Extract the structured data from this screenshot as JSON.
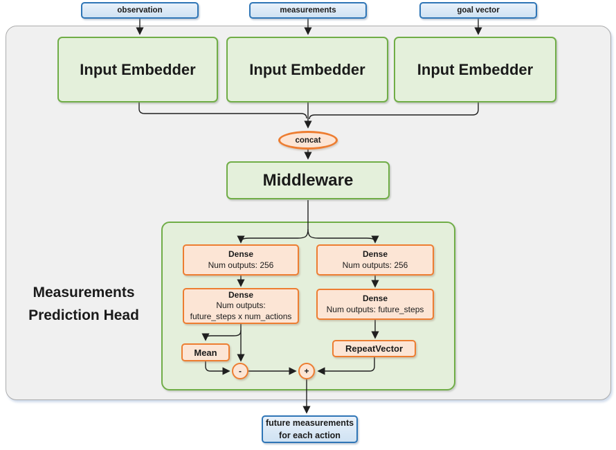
{
  "colors": {
    "blue_border": "#2E75B6",
    "blue_fill": "#CFE2F3",
    "green_border": "#70AD47",
    "green_fill": "#E4F0DB",
    "orange_border": "#ED7D31",
    "orange_fill": "#FCE5D5",
    "panel_fill": "#F0F0F0",
    "panel_border": "#ACACAC",
    "line_color": "#1F1F1F"
  },
  "inputs": [
    {
      "label": "observation"
    },
    {
      "label": "measurements"
    },
    {
      "label": "goal vector"
    }
  ],
  "embedders": [
    {
      "label": "Input Embedder"
    },
    {
      "label": "Input Embedder"
    },
    {
      "label": "Input Embedder"
    }
  ],
  "concat_label": "concat",
  "middleware_label": "Middleware",
  "prediction_head": {
    "title": "Measurements\nPrediction Head",
    "dense_left_1": {
      "name": "Dense",
      "detail": "Num outputs: 256"
    },
    "dense_left_2": {
      "name": "Dense",
      "detail": "Num outputs:\nfuture_steps x num_actions"
    },
    "dense_right_1": {
      "name": "Dense",
      "detail": "Num outputs: 256"
    },
    "dense_right_2": {
      "name": "Dense",
      "detail": "Num outputs: future_steps"
    },
    "mean_label": "Mean",
    "repeat_vector_label": "RepeatVector",
    "minus_label": "-",
    "plus_label": "+"
  },
  "output": {
    "label": "future measurements\nfor each action"
  }
}
